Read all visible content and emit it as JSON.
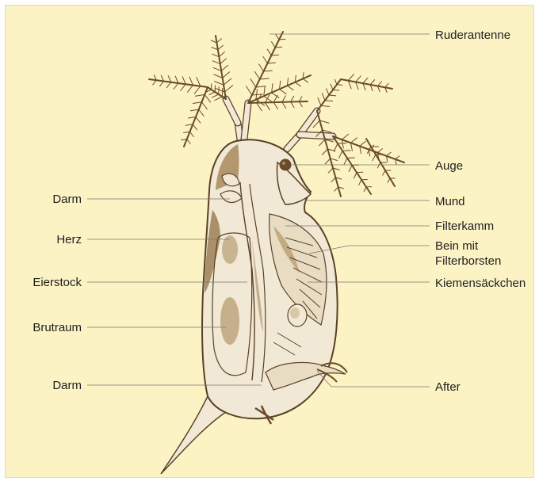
{
  "colors": {
    "background": "#fbf3c4",
    "body_fill": "#f1e8d6",
    "body_outline": "#5a4126",
    "shading": "#a8895a",
    "dark_tissue": "#8b6b3a",
    "antenna": "#6b4a2a",
    "leader_line": "#777777"
  },
  "labels": {
    "ruderantenne": "Ruderantenne",
    "auge": "Auge",
    "mund": "Mund",
    "filterkamm": "Filterkamm",
    "bein_line1": "Bein mit",
    "bein_line2": "Filterborsten",
    "kiemensaeckchen": "Kiemensäckchen",
    "after": "After",
    "darm_oben": "Darm",
    "herz": "Herz",
    "eierstock": "Eierstock",
    "brutraum": "Brutraum",
    "darm_unten": "Darm"
  }
}
